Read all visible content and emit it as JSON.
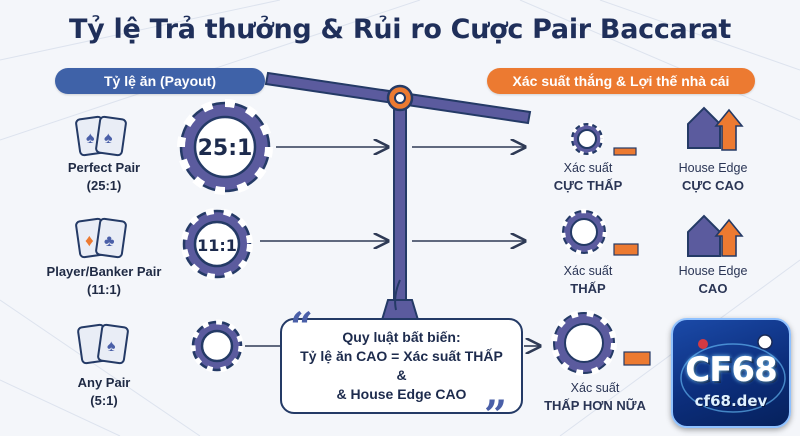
{
  "title": "Tỷ lệ Trả thưởng & Rủi ro Cược Pair Baccarat",
  "left_header": "Tỷ lệ ăn (Payout)",
  "right_header": "Xác suất thắng & Lợi thế nhà cái",
  "rows": [
    {
      "bet_name": "Perfect Pair",
      "bet_ratio": "(25:1)",
      "chip_label": "25:1",
      "prob_label": "Xác suất",
      "prob_level": "CỰC THẤP",
      "edge_label": "House Edge",
      "edge_level": "CỰC CAO"
    },
    {
      "bet_name": "Player/Banker Pair",
      "bet_ratio": "(11:1)",
      "chip_label": "11:1",
      "prob_label": "Xác suất",
      "prob_level": "THẤP",
      "edge_label": "House Edge",
      "edge_level": "CAO"
    },
    {
      "bet_name": "Any Pair",
      "bet_ratio": "(5:1)",
      "chip_label": "",
      "prob_label": "Xác suất",
      "prob_level": "THẤP HƠN NỮA"
    }
  ],
  "rule": {
    "line1": "Quy luật bất biến:",
    "line2": "Tỷ lệ ăn CAO = Xác suất THẤP",
    "line3": "&",
    "line4": "& House Edge CAO"
  },
  "logo": {
    "brand": "CF68",
    "domain": "cf68.dev"
  },
  "colors": {
    "navy": "#243a66",
    "purple": "#5b5b9e",
    "orange": "#ec7a31",
    "blue_pill": "#3f62a8"
  }
}
